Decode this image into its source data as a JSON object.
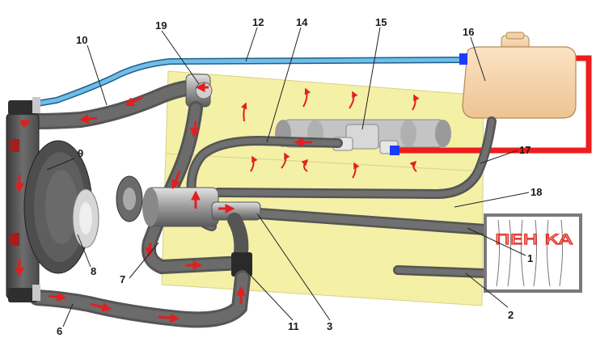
{
  "labels": {
    "l1": "1",
    "l2": "2",
    "l3": "3",
    "l6": "6",
    "l7": "7",
    "l8": "8",
    "l9": "9",
    "l10": "10",
    "l11": "11",
    "l12": "12",
    "l14": "14",
    "l15": "15",
    "l16": "16",
    "l17": "17",
    "l18": "18",
    "l19": "19"
  },
  "inset": {
    "handwriting": "ПЕН КА"
  },
  "colors": {
    "engine_block": "#f4f0a6",
    "hose": "#5c5c5c",
    "flow_arrow": "#e02020",
    "vent_line": "#6fbde8",
    "overflow_line": "#ee1c1c",
    "tank": "#f7d6ad",
    "metal": "#9a9a9a"
  }
}
